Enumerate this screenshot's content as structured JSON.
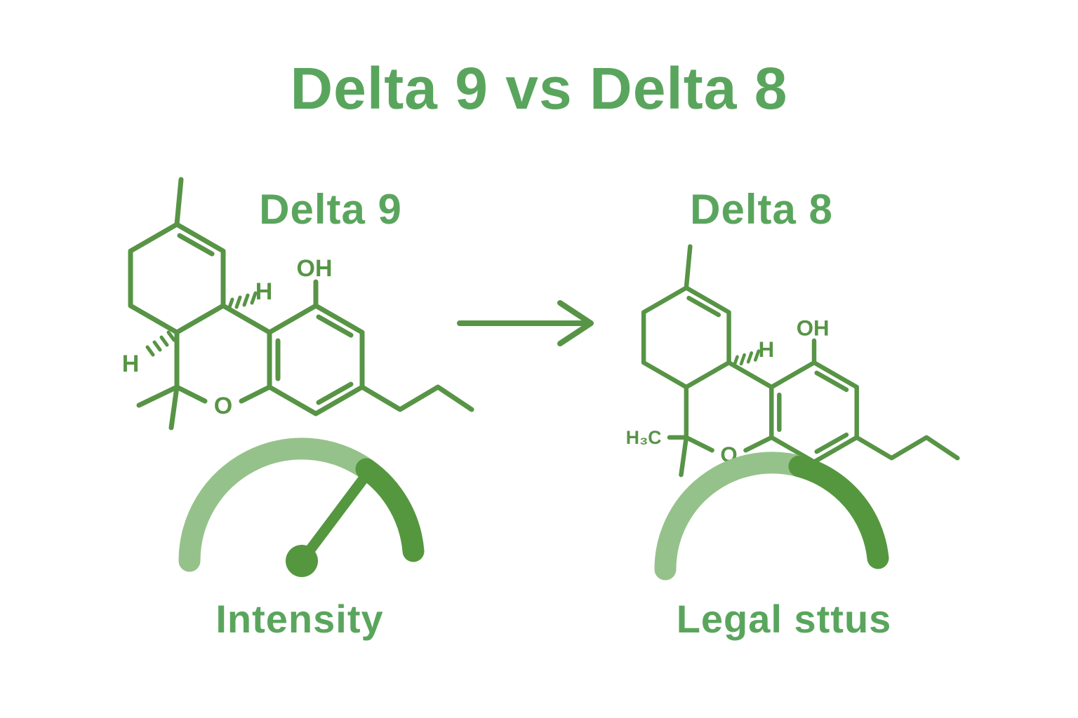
{
  "title": "Delta 9 vs Delta 8",
  "colors": {
    "text_green": "#5aa55d",
    "structure_green": "#579445",
    "gauge_light": "#95c28a",
    "gauge_dark": "#55973f"
  },
  "left": {
    "heading": "Delta 9",
    "atoms": {
      "oh": "OH",
      "h_ring": "H",
      "h_side": "H",
      "o": "O"
    },
    "gauge": {
      "label": "Intensity"
    }
  },
  "right": {
    "heading": "Delta 8",
    "atoms": {
      "oh": "OH",
      "h_ring": "H",
      "o": "O",
      "h3c": "H₃C"
    },
    "gauge": {
      "label": "Legal sttus"
    }
  }
}
